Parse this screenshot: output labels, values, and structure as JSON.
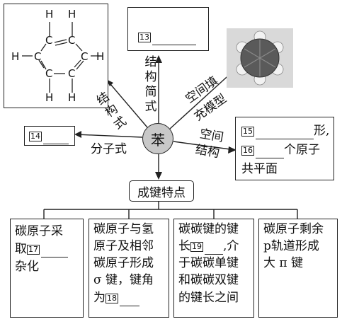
{
  "center": {
    "label": "苯"
  },
  "molecule": {
    "atoms": {
      "h": "H",
      "c": "C"
    }
  },
  "simple_formula": {
    "number": "13",
    "label": "结构简式"
  },
  "space_filling": {
    "label_1": "空间填",
    "label_2": "充模型"
  },
  "structure_label": "结构式",
  "molecular_formula": {
    "number": "14",
    "label": "分子式"
  },
  "spatial_structure": {
    "label_1": "空间",
    "label_2": "结构",
    "number_a": "15",
    "suffix_a": "形,",
    "number_b": "16",
    "suffix_b": "个原子",
    "line3": "共平面"
  },
  "bonding_title": "成键特点",
  "features": [
    {
      "lines": [
        "碳原子采",
        "取",
        "杂化"
      ],
      "number": "17"
    },
    {
      "lines": [
        "碳原子与氢",
        "原子及相邻",
        "碳原子形成",
        "σ 键，键角",
        "为"
      ],
      "number": "18"
    },
    {
      "lines": [
        "碳碳键的键",
        "长",
        ",介",
        "于碳碳单键",
        "和碳碳双键",
        "的键长之间"
      ],
      "number": "19"
    },
    {
      "lines": [
        "碳原子剩余",
        "p轨道形成",
        "大 π 键"
      ]
    }
  ]
}
